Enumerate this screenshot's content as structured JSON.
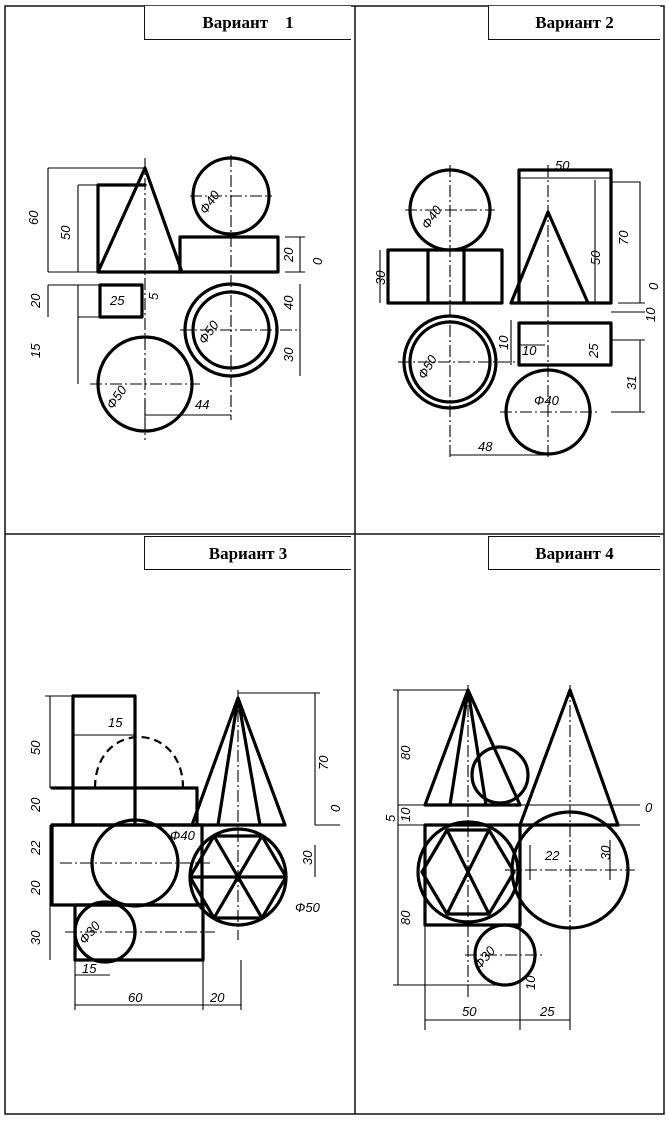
{
  "variants": [
    {
      "title": "Вариант    1",
      "dims": [
        "60",
        "50",
        "20",
        "15",
        "25",
        "5",
        "20",
        "0",
        "40",
        "30",
        "Ф50",
        "Ф50",
        "Ф40",
        "44"
      ]
    },
    {
      "title": "Вариант 2",
      "dims": [
        "50",
        "70",
        "50",
        "Ф40",
        "30",
        "10",
        "0",
        "10",
        "10",
        "25",
        "31",
        "Ф50",
        "Ф40",
        "48"
      ]
    },
    {
      "title": "Вариант 3",
      "dims": [
        "50",
        "15",
        "20",
        "70",
        "0",
        "22",
        "20",
        "30",
        "30",
        "Ф40",
        "Ф50",
        "Ф30",
        "15",
        "60",
        "20"
      ]
    },
    {
      "title": "Вариант 4",
      "dims": [
        "80",
        "5",
        "10",
        "0",
        "22",
        "30",
        "80",
        "Ф30",
        "10",
        "50",
        "25"
      ]
    }
  ]
}
